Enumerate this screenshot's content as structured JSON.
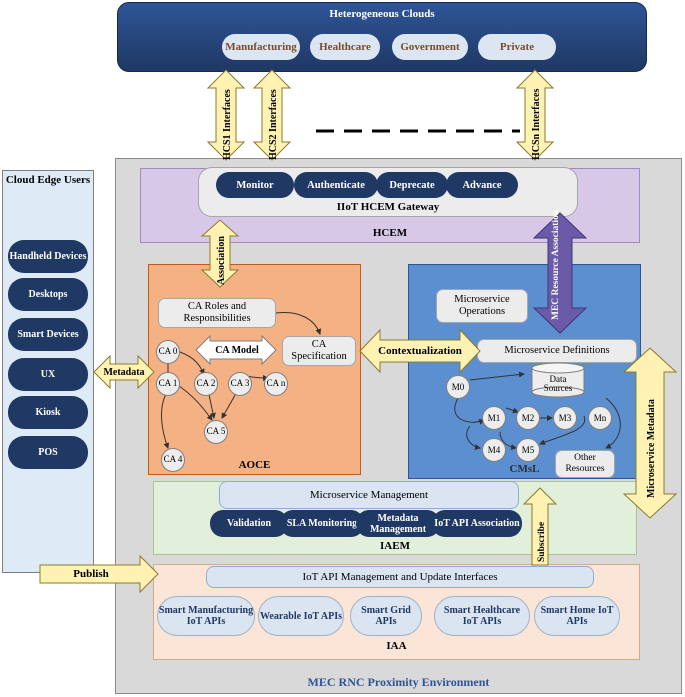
{
  "clouds": {
    "title": "Heterogeneous Clouds",
    "items": [
      "Manufacturing",
      "Healthcare",
      "Government",
      "Private"
    ]
  },
  "interfaces": [
    "HCS1 Interfaces",
    "HCS2 Interfaces",
    "HCSn Interfaces"
  ],
  "users": {
    "title": "Cloud Edge Users",
    "items": [
      "Handheld Devices",
      "Desktops",
      "Smart Devices",
      "UX",
      "Kiosk",
      "POS"
    ]
  },
  "hcem": {
    "label": "HCEM",
    "gateway": "IIoT HCEM Gateway",
    "ops": [
      "Monitor",
      "Authenticate",
      "Deprecate",
      "Advance"
    ]
  },
  "association": "Association",
  "mec_resource_association": "MEC Resource Association",
  "aoce": {
    "label": "AOCE",
    "roles": "CA Roles and Responsibilities",
    "model": "CA Model",
    "spec": "CA Specification",
    "cas": [
      "CA 0",
      "CA 1",
      "CA 2",
      "CA 3",
      "CA n",
      "CA 5",
      "CA 4"
    ]
  },
  "contextualization": "Contextualization",
  "metadata": "Metadata",
  "cmsl": {
    "label": "CMsL",
    "operations": "Microservice Operations",
    "definitions": "Microservice Definitions",
    "data_sources": "Data Sources",
    "other_resources": "Other Resources",
    "ms": [
      "M0",
      "M1",
      "M2",
      "M3",
      "Mn",
      "M4",
      "M5"
    ]
  },
  "microservice_metadata": "Microservice Metadata",
  "iaem": {
    "label": "IAEM",
    "management": "Microservice Management",
    "ops": [
      "Validation",
      "SLA Monitoring",
      "Metadata Management",
      "IoT API Association"
    ]
  },
  "subscribe": "Subscribe",
  "publish": "Publish",
  "iaa": {
    "label": "IAA",
    "bar": "IoT API Management and Update Interfaces",
    "apis": [
      "Smart Manufacturing IoT APIs",
      "Wearable IoT APIs",
      "Smart Grid APIs",
      "Smart Healthcare IoT APIs",
      "Smart Home IoT APIs"
    ]
  },
  "environment": "MEC RNC Proximity Environment",
  "colors": {
    "navy": "#1f3864",
    "aoce": "#f4b183",
    "cmsl": "#5b8fd0",
    "hcem": "#d6c8e6",
    "iaem": "#e2efda",
    "iaa": "#fbe5d6",
    "arrow": "#fff2b3"
  }
}
